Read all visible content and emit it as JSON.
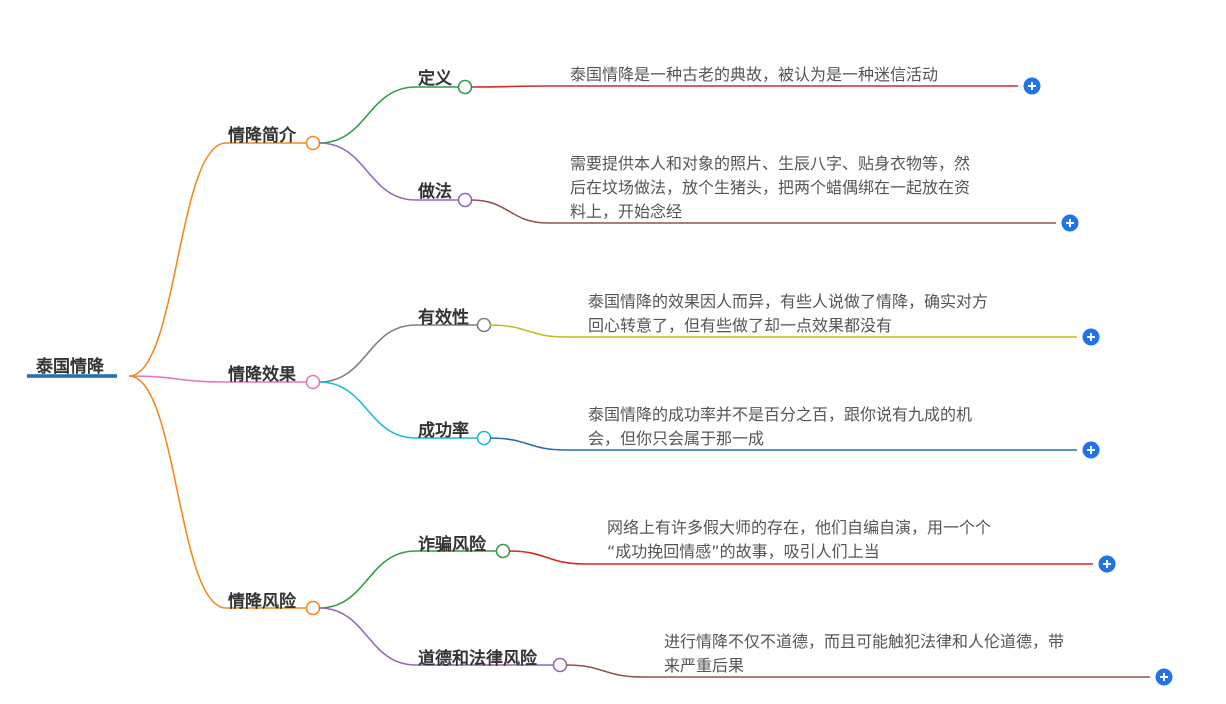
{
  "root": {
    "label": "泰国情降",
    "color": "#1f6fb2"
  },
  "branches": [
    {
      "label": "情降简介",
      "color": "#f5891f",
      "children": [
        {
          "label": "定义",
          "color": "#2f9e44",
          "leaf_color": "#d62728",
          "text": "泰国情降是一种古老的典故，被认为是一种迷信活动"
        },
        {
          "label": "做法",
          "color": "#9467bd",
          "leaf_color": "#8c564b",
          "text": "需要提供本人和对象的照片、生辰八字、贴身衣物等，然\n后在坟场做法，放个生猪头，把两个蜡偶绑在一起放在资\n料上，开始念经"
        }
      ]
    },
    {
      "label": "情降效果",
      "color": "#e377c2",
      "children": [
        {
          "label": "有效性",
          "color": "#7f7f7f",
          "leaf_color": "#bcbd22",
          "text": "泰国情降的效果因人而异，有些人说做了情降，确实对方\n回心转意了，但有些做了却一点效果都没有"
        },
        {
          "label": "成功率",
          "color": "#17becf",
          "leaf_color": "#1f6fb2",
          "text": "泰国情降的成功率并不是百分之百，跟你说有九成的机\n会，但你只会属于那一成"
        }
      ]
    },
    {
      "label": "情降风险",
      "color": "#f5891f",
      "children": [
        {
          "label": "诈骗风险",
          "color": "#2f9e44",
          "leaf_color": "#d62728",
          "text": "网络上有许多假大师的存在，他们自编自演，用一个个\n“成功挽回情感”的故事，吸引人们上当"
        },
        {
          "label": "道德和法律风险",
          "color": "#9467bd",
          "leaf_color": "#8c564b",
          "text": "进行情降不仅不道德，而且可能触犯法律和人伦道德，带\n来严重后果"
        }
      ]
    }
  ],
  "expand_icon": "plus-circle-icon",
  "expand_color": "#1e74e8"
}
